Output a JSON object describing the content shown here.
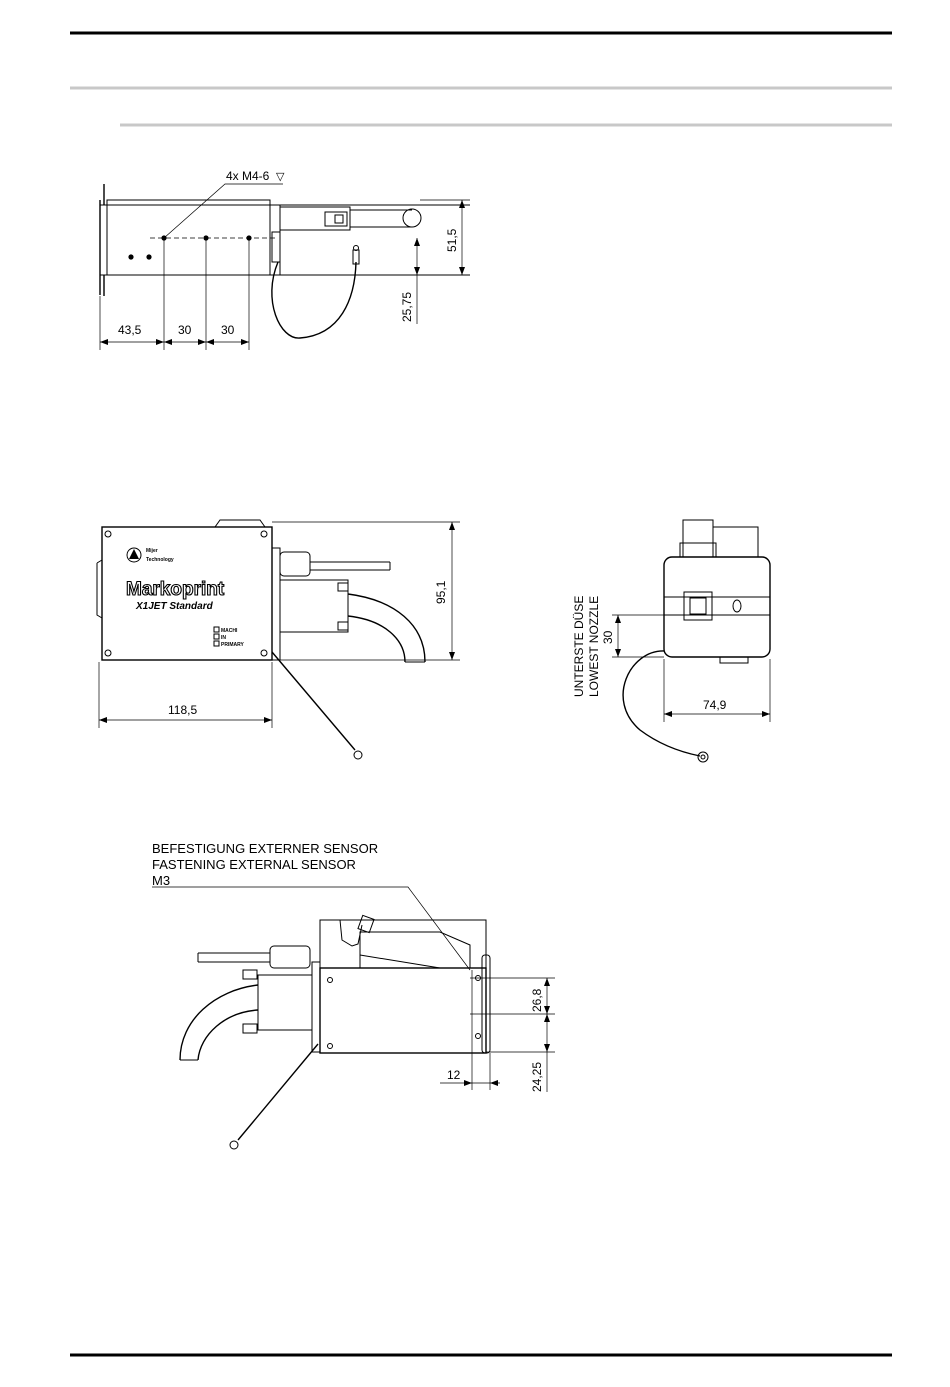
{
  "header": {
    "rule_color_top": "#000000",
    "rule_color_mid": "#c8c8c8"
  },
  "view_top": {
    "hole_callout": "4x M4-6",
    "dim_51_5": "51,5",
    "dim_25_75": "25,75",
    "dim_43_5": "43,5",
    "dim_30_a": "30",
    "dim_30_b": "30"
  },
  "view_front": {
    "logo_company_line1": "Mijer",
    "logo_company_line2": "Technology",
    "logo_brand": "Markoprint",
    "logo_model": "X1JET Standard",
    "led_labels": [
      "MACHI",
      "IN",
      "PRIMARY"
    ],
    "dim_95_1": "95,1",
    "dim_118_5": "118,5"
  },
  "view_side": {
    "nozzle_label_de": "UNTERSTE DÜSE",
    "nozzle_label_en": "LOWEST NOZZLE",
    "dim_30": "30",
    "dim_74_9": "74,9"
  },
  "view_bottom": {
    "sensor_note_de": "BEFESTIGUNG EXTERNER SENSOR",
    "sensor_note_en": "FASTENING EXTERNAL SENSOR",
    "sensor_note_thread": "M3",
    "dim_26_8": "26,8",
    "dim_24_25": "24,25",
    "dim_12": "12"
  },
  "footer": {
    "rule_color": "#000000"
  }
}
